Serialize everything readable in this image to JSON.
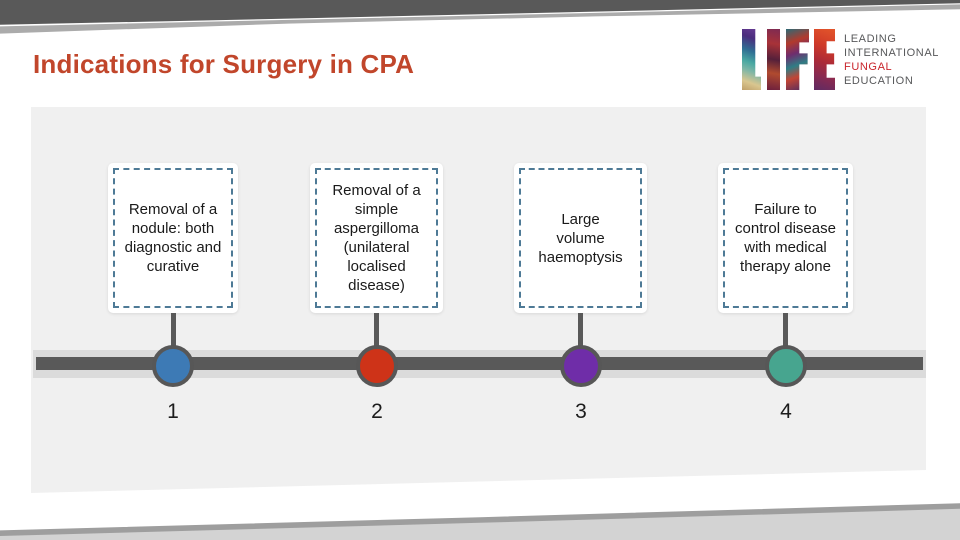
{
  "slide": {
    "title": "Indications for Surgery in CPA",
    "title_color": "#c1462b",
    "panel_color": "#f0f0f0",
    "edge_band_color": "#595959"
  },
  "logo": {
    "word": "LIFE",
    "tagline_lines": [
      {
        "text": "LEADING",
        "color": "#58595b"
      },
      {
        "text": "INTERNATIONAL",
        "color": "#58595b"
      },
      {
        "text": "FUNGAL",
        "color": "#c9252c"
      },
      {
        "text": "EDUCATION",
        "color": "#58595b"
      }
    ]
  },
  "timeline": {
    "line_dark_color": "#595959",
    "line_light_color": "#dbdbdb",
    "box_border_color": "#4e7a96",
    "items": [
      {
        "number": "1",
        "label": "Removal of a\nnodule: both\ndiagnostic and\ncurative",
        "color": "#3d7ab5"
      },
      {
        "number": "2",
        "label": "Removal of a\nsimple\naspergilloma\n(unilateral\nlocalised\ndisease)",
        "color": "#ce3318"
      },
      {
        "number": "3",
        "label": "Large\nvolume\nhaemoptysis",
        "color": "#6f2da8"
      },
      {
        "number": "4",
        "label": "Failure to\ncontrol disease\nwith medical\ntherapy alone",
        "color": "#47a58f"
      }
    ]
  }
}
